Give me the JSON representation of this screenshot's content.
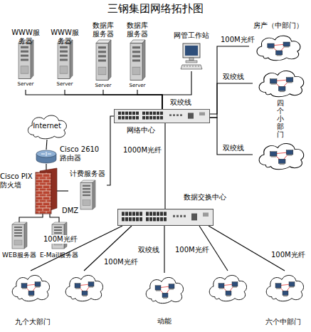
{
  "diagram": {
    "title": "三钢集团网络拓扑图",
    "nodes": [
      {
        "text": [
          "WWW服务器",
          "Server"
        ]
      },
      {
        "text": [
          "WWW服务器",
          "Server"
        ]
      },
      {
        "text": [
          "数据库服务器",
          "Server"
        ]
      },
      {
        "text": [
          "数据库服务器",
          "Server"
        ]
      },
      {
        "text": [
          "网管工作站"
        ]
      },
      {
        "text": [
          "网络中心"
        ]
      },
      {
        "text": [
          "房产（中部门）"
        ]
      },
      {
        "text": [
          "四个小部门"
        ]
      },
      {
        "text": [
          "Internet"
        ]
      },
      {
        "text": [
          "Cisco 2610路由器"
        ]
      },
      {
        "text": [
          "Cisco PIX 防火墙"
        ]
      },
      {
        "text": [
          "计费服务器"
        ]
      },
      {
        "text": [
          "WEB服务器"
        ]
      },
      {
        "text": [
          "E-Mail服务器"
        ]
      },
      {
        "text": [
          "数据交换中心"
        ]
      },
      {
        "text": [
          "九个大部门"
        ]
      },
      {
        "text": [
          "动能"
        ]
      },
      {
        "text": [
          "六个中部门"
        ]
      }
    ],
    "edges": [
      {
        "from": 0,
        "to": 5,
        "arrow": "none"
      },
      {
        "from": 1,
        "to": 5,
        "arrow": "none"
      },
      {
        "from": 2,
        "to": 5,
        "arrow": "none"
      },
      {
        "from": 3,
        "to": 5,
        "arrow": "none"
      },
      {
        "from": 4,
        "to": 5,
        "label": "双绞线",
        "arrow": "none"
      },
      {
        "from": 5,
        "to": 6,
        "label": "100M光纤",
        "arrow": "none"
      },
      {
        "from": 5,
        "to": 7,
        "label": "双绞线",
        "arrow": "none"
      },
      {
        "from": 5,
        "to": 7,
        "label": "双绞线",
        "arrow": "none"
      },
      {
        "from": 8,
        "to": 9,
        "arrow": "none"
      },
      {
        "from": 9,
        "to": 10,
        "arrow": "none"
      },
      {
        "from": 10,
        "to": 11,
        "arrow": "none"
      },
      {
        "from": 11,
        "to": 5,
        "arrow": "none"
      },
      {
        "from": 10,
        "to": 12,
        "arrow": "none"
      },
      {
        "from": 10,
        "to": 13,
        "arrow": "none"
      },
      {
        "from": 5,
        "to": 14,
        "label": "1000M光纤",
        "arrow": "none"
      },
      {
        "from": 14,
        "to": 15,
        "label": "100M光纤",
        "arrow": "none"
      },
      {
        "from": 14,
        "to": 15,
        "label": "100M光纤",
        "arrow": "none"
      },
      {
        "from": 14,
        "to": 16,
        "label": "双绞线",
        "arrow": "none"
      },
      {
        "from": 14,
        "to": 17,
        "label": "100M光纤",
        "arrow": "none"
      },
      {
        "from": 14,
        "to": 17,
        "label": "100M光纤",
        "arrow": "none"
      }
    ],
    "labels": [
      "DMZ"
    ]
  }
}
